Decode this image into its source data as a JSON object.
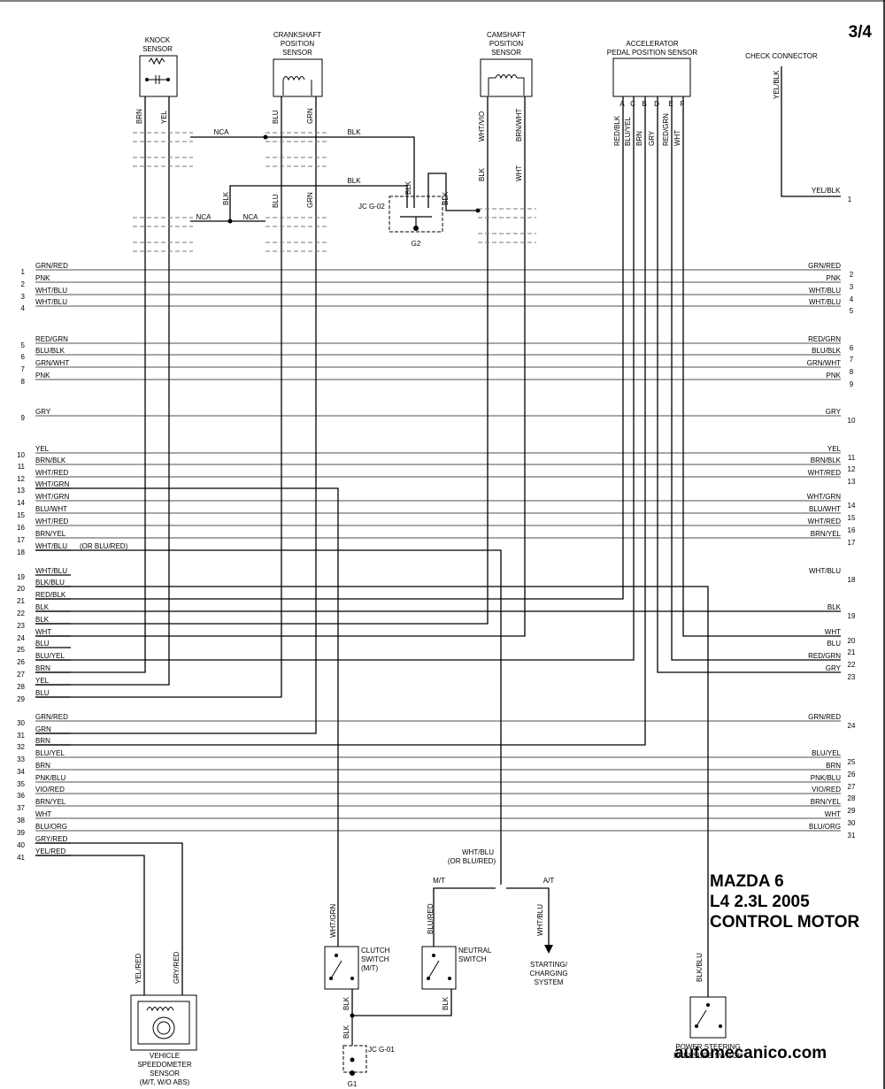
{
  "page": {
    "number": "3/4"
  },
  "title": {
    "line1": "MAZDA 6",
    "line2": "L4 2.3L 2005",
    "line3": "CONTROL MOTOR"
  },
  "footer": {
    "site": "automecanico.com"
  },
  "components": {
    "knock_sensor": [
      "KNOCK",
      "SENSOR"
    ],
    "crankshaft_sensor": [
      "CRANKSHAFT",
      "POSITION",
      "SENSOR"
    ],
    "camshaft_sensor": [
      "CAMSHAFT",
      "POSITION",
      "SENSOR"
    ],
    "app_sensor": [
      "ACCELERATOR",
      "PEDAL POSITION SENSOR"
    ],
    "check_connector": "CHECK CONNECTOR",
    "clutch_switch": [
      "CLUTCH",
      "SWITCH",
      "(M/T)"
    ],
    "neutral_switch": [
      "NEUTRAL",
      "SWITCH"
    ],
    "starting_system": [
      "STARTING/",
      "CHARGING",
      "SYSTEM"
    ],
    "ps_switch": [
      "POWER STEERING",
      "PRESSURE SWITCH"
    ],
    "vss": [
      "VEHICLE",
      "SPEEDOMETER",
      "SENSOR",
      "(M/T, W/O ABS)"
    ]
  },
  "app_pins": [
    "A",
    "C",
    "B",
    "D",
    "E",
    "F"
  ],
  "labels": {
    "knock_wires": [
      "BRN",
      "YEL"
    ],
    "crank_wires": [
      "BLU",
      "GRN"
    ],
    "crank_wires_lower": [
      "BLU",
      "GRN"
    ],
    "cam_wires": [
      "WHT/VIO",
      "BRN/WHT"
    ],
    "cam_wires_lower": [
      "BLK",
      "WHT"
    ],
    "app_wires": [
      "RED/BLK",
      "BLU/YEL",
      "BRN",
      "GRY",
      "RED/GRN",
      "WHT"
    ],
    "check_wire": "YEL/BLK",
    "check_pin_wire": "YEL/BLK",
    "check_pin": "1",
    "nca": "NCA",
    "blk": "BLK",
    "jc_g02": "JC G-02",
    "g2": "G2",
    "jc_g01": "JC G-01",
    "g1": "G1",
    "selector_top": [
      "WHT/BLU",
      "(OR BLU/RED)"
    ],
    "mt": "M/T",
    "at": "A/T",
    "blu_red": "BLU/RED",
    "wht_blu": "WHT/BLU",
    "wht_grn": "WHT/GRN",
    "blk_blu": "BLK/BLU",
    "yel_red": "YEL/RED",
    "gry_red": "GRY/RED",
    "or_blu_red": "(OR BLU/RED)"
  },
  "left_rows": [
    {
      "pin": "1",
      "wire": "GRN/RED"
    },
    {
      "pin": "2",
      "wire": "PNK"
    },
    {
      "pin": "3",
      "wire": "WHT/BLU"
    },
    {
      "pin": "4",
      "wire": "WHT/BLU"
    },
    {
      "pin": "5",
      "wire": "RED/GRN"
    },
    {
      "pin": "6",
      "wire": "BLU/BLK"
    },
    {
      "pin": "7",
      "wire": "GRN/WHT"
    },
    {
      "pin": "8",
      "wire": "PNK"
    },
    {
      "pin": "9",
      "wire": "GRY"
    },
    {
      "pin": "10",
      "wire": "YEL"
    },
    {
      "pin": "11",
      "wire": "BRN/BLK"
    },
    {
      "pin": "12",
      "wire": "WHT/RED"
    },
    {
      "pin": "13",
      "wire": "WHT/GRN"
    },
    {
      "pin": "14",
      "wire": "WHT/GRN"
    },
    {
      "pin": "15",
      "wire": "BLU/WHT"
    },
    {
      "pin": "16",
      "wire": "WHT/RED"
    },
    {
      "pin": "17",
      "wire": "BRN/YEL"
    },
    {
      "pin": "18",
      "wire": "WHT/BLU"
    },
    {
      "pin": "19",
      "wire": "WHT/BLU"
    },
    {
      "pin": "20",
      "wire": "BLK/BLU"
    },
    {
      "pin": "21",
      "wire": "RED/BLK"
    },
    {
      "pin": "22",
      "wire": "BLK"
    },
    {
      "pin": "23",
      "wire": "BLK"
    },
    {
      "pin": "24",
      "wire": "WHT"
    },
    {
      "pin": "25",
      "wire": "BLU"
    },
    {
      "pin": "26",
      "wire": "BLU/YEL"
    },
    {
      "pin": "27",
      "wire": "BRN"
    },
    {
      "pin": "28",
      "wire": "YEL"
    },
    {
      "pin": "29",
      "wire": "BLU"
    },
    {
      "pin": "30",
      "wire": "GRN/RED"
    },
    {
      "pin": "31",
      "wire": "GRN"
    },
    {
      "pin": "32",
      "wire": "BRN"
    },
    {
      "pin": "33",
      "wire": "BLU/YEL"
    },
    {
      "pin": "34",
      "wire": "BRN"
    },
    {
      "pin": "35",
      "wire": "PNK/BLU"
    },
    {
      "pin": "36",
      "wire": "VIO/RED"
    },
    {
      "pin": "37",
      "wire": "BRN/YEL"
    },
    {
      "pin": "38",
      "wire": "WHT"
    },
    {
      "pin": "39",
      "wire": "BLU/ORG"
    },
    {
      "pin": "40",
      "wire": "GRY/RED"
    },
    {
      "pin": "41",
      "wire": "YEL/RED"
    }
  ],
  "right_rows": [
    {
      "pin": "2",
      "wire": "GRN/RED"
    },
    {
      "pin": "3",
      "wire": "PNK"
    },
    {
      "pin": "4",
      "wire": "WHT/BLU"
    },
    {
      "pin": "5",
      "wire": "WHT/BLU"
    },
    {
      "pin": "6",
      "wire": "RED/GRN"
    },
    {
      "pin": "7",
      "wire": "BLU/BLK"
    },
    {
      "pin": "8",
      "wire": "GRN/WHT"
    },
    {
      "pin": "9",
      "wire": "PNK"
    },
    {
      "pin": "10",
      "wire": "GRY"
    },
    {
      "pin": "11",
      "wire": "YEL"
    },
    {
      "pin": "12",
      "wire": "BRN/BLK"
    },
    {
      "pin": "13",
      "wire": "WHT/RED"
    },
    {
      "pin": "14",
      "wire": "WHT/GRN"
    },
    {
      "pin": "15",
      "wire": "BLU/WHT"
    },
    {
      "pin": "16",
      "wire": "WHT/RED"
    },
    {
      "pin": "17",
      "wire": "BRN/YEL"
    },
    {
      "pin": "18",
      "wire": "WHT/BLU"
    },
    {
      "pin": "19",
      "wire": "BLK"
    },
    {
      "pin": "20",
      "wire": "WHT"
    },
    {
      "pin": "21",
      "wire": "BLU"
    },
    {
      "pin": "22",
      "wire": "RED/GRN"
    },
    {
      "pin": "23",
      "wire": "GRY"
    },
    {
      "pin": "24",
      "wire": "GRN/RED"
    },
    {
      "pin": "25",
      "wire": "BLU/YEL"
    },
    {
      "pin": "26",
      "wire": "BRN"
    },
    {
      "pin": "27",
      "wire": "PNK/BLU"
    },
    {
      "pin": "28",
      "wire": "VIO/RED"
    },
    {
      "pin": "29",
      "wire": "BRN/YEL"
    },
    {
      "pin": "30",
      "wire": "WHT"
    },
    {
      "pin": "31",
      "wire": "BLU/ORG"
    }
  ],
  "colors": {
    "line": "#000000",
    "passthrough": "#8a8a8a",
    "shield": "#777777"
  }
}
